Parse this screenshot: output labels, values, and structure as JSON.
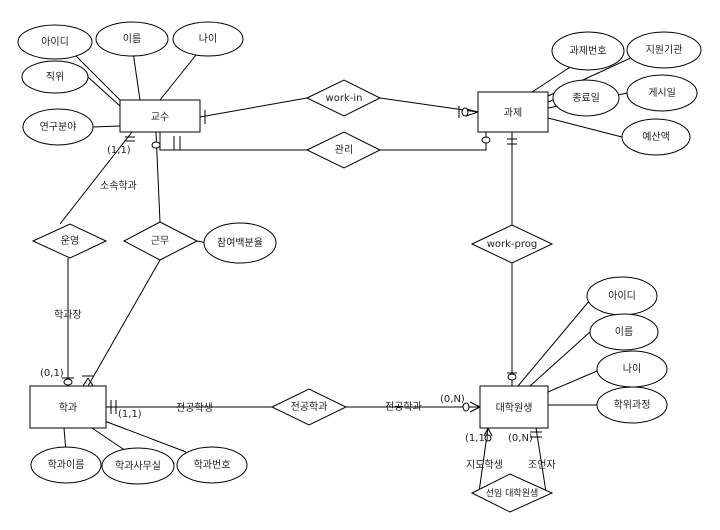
{
  "entities": {
    "professor": "교수",
    "task": "과제",
    "department": "학과",
    "grad_student": "대학원생"
  },
  "relationships": {
    "work_in": "work-in",
    "manage": "관리",
    "work_prog": "work-prog",
    "operate": "운영",
    "belong": "근무",
    "major_dept": "전공학과",
    "senior_grad": "선임 대학원생"
  },
  "attributes": {
    "prof_id": "아이디",
    "prof_name": "이름",
    "prof_age": "나이",
    "prof_position": "직위",
    "prof_research": "연구분야",
    "belong_rate": "참여백분율",
    "task_number": "과제번호",
    "task_agency": "지원기관",
    "task_end": "종료일",
    "task_start": "게시일",
    "task_budget": "예산액",
    "grad_id": "아이디",
    "grad_name": "이름",
    "grad_age": "나이",
    "grad_program": "학위과정",
    "dept_name": "학과이름",
    "dept_office": "학과사무실",
    "dept_number": "학과번호"
  },
  "roles": {
    "affiliated_dept": "소속학과",
    "dept_head": "학과장",
    "major_student": "전공학생",
    "major_dept": "전공학과",
    "advisee": "지도학생",
    "advisor": "조언자"
  },
  "cardinalities": {
    "prof_one": "(1,1)",
    "dept_zero_one": "(0,1)",
    "dept_one": "(1,1)",
    "grad_zero_n": "(0,N)",
    "grad_one_left": "(1,1)",
    "grad_zero_n_right": "(0,N)"
  }
}
